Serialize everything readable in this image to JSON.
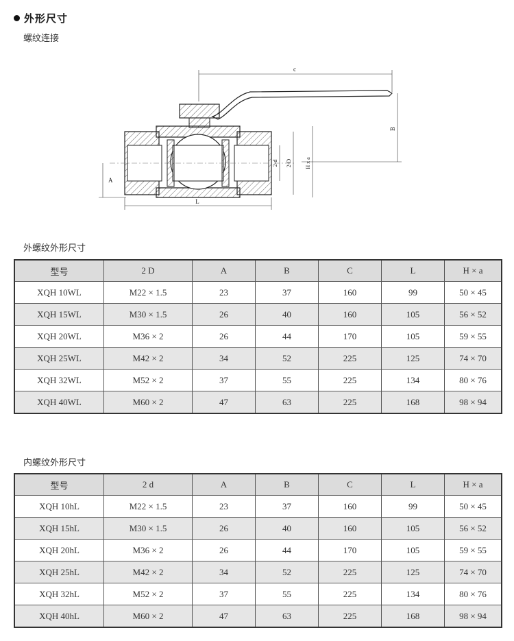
{
  "heading": "外形尺寸",
  "subheading": "螺纹连接",
  "drawing": {
    "labels": {
      "c": "c",
      "b": "B",
      "a": "A",
      "l": "L",
      "d_small": "2-d",
      "d_large": "2-D",
      "hxa": "H x a"
    }
  },
  "tables": [
    {
      "caption": "外螺纹外形尺寸",
      "headers": [
        "型号",
        "2 D",
        "A",
        "B",
        "C",
        "L",
        "H × a"
      ],
      "rows": [
        [
          "XQH  10WL",
          "M22 × 1.5",
          "23",
          "37",
          "160",
          "99",
          "50 × 45"
        ],
        [
          "XQH  15WL",
          "M30 × 1.5",
          "26",
          "40",
          "160",
          "105",
          "56 × 52"
        ],
        [
          "XQH  20WL",
          "M36 × 2",
          "26",
          "44",
          "170",
          "105",
          "59 × 55"
        ],
        [
          "XQH  25WL",
          "M42 × 2",
          "34",
          "52",
          "225",
          "125",
          "74 × 70"
        ],
        [
          "XQH  32WL",
          "M52 × 2",
          "37",
          "55",
          "225",
          "134",
          "80 × 76"
        ],
        [
          "XQH  40WL",
          "M60 × 2",
          "47",
          "63",
          "225",
          "168",
          "98 × 94"
        ]
      ]
    },
    {
      "caption": "内螺纹外形尺寸",
      "headers": [
        "型号",
        "2 d",
        "A",
        "B",
        "C",
        "L",
        "H × a"
      ],
      "rows": [
        [
          "XQH  10hL",
          "M22 × 1.5",
          "23",
          "37",
          "160",
          "99",
          "50 × 45"
        ],
        [
          "XQH  15hL",
          "M30 × 1.5",
          "26",
          "40",
          "160",
          "105",
          "56 × 52"
        ],
        [
          "XQH  20hL",
          "M36 × 2",
          "26",
          "44",
          "170",
          "105",
          "59 × 55"
        ],
        [
          "XQH  25hL",
          "M42 × 2",
          "34",
          "52",
          "225",
          "125",
          "74 × 70"
        ],
        [
          "XQH  32hL",
          "M52 × 2",
          "37",
          "55",
          "225",
          "134",
          "80 × 76"
        ],
        [
          "XQH  40hL",
          "M60 × 2",
          "47",
          "63",
          "225",
          "168",
          "98 × 94"
        ]
      ]
    }
  ]
}
